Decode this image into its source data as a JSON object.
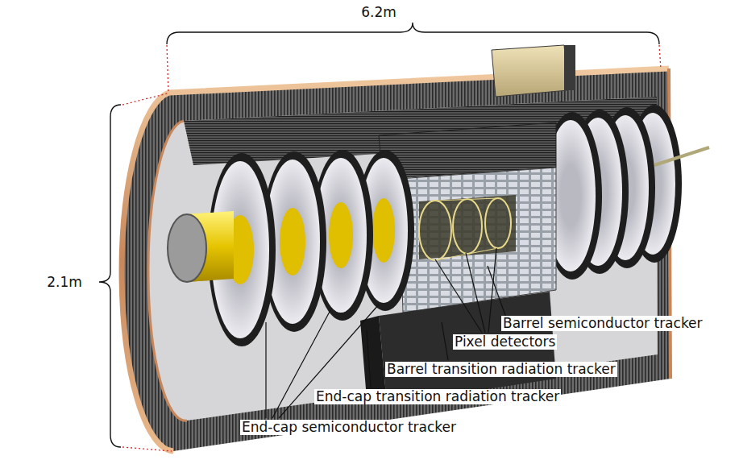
{
  "diagram": {
    "labels": [
      "6.2m",
      "2.1m",
      "Barrel semiconductor tracker",
      "Pixel detectors",
      "Barrel transition radiation tracker",
      "End-cap transition radiation tracker",
      "End-cap semiconductor tracker"
    ]
  }
}
